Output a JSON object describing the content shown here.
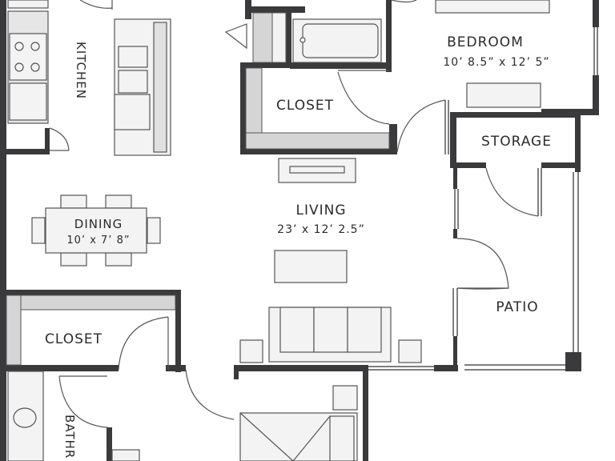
{
  "plan": {
    "rooms": {
      "kitchen": {
        "label": "KITCHEN"
      },
      "bedroom": {
        "label": "BEDROOM",
        "dims": "10’ 8.5” x 12’ 5”"
      },
      "closet_upper": {
        "label": "CLOSET"
      },
      "storage": {
        "label": "STORAGE"
      },
      "living": {
        "label": "LIVING",
        "dims": "23’ x 12’ 2.5”"
      },
      "dining": {
        "label": "DINING",
        "dims": "10’ x 7’ 8”"
      },
      "closet_lower": {
        "label": "CLOSET"
      },
      "patio": {
        "label": "PATIO"
      },
      "bath": {
        "label": "BATHR"
      }
    },
    "colors": {
      "wall": "#3a3a3c",
      "fixture_fill": "#f3f3f3",
      "fixture_stroke": "#555555",
      "shelf": "#d5d5d5",
      "label": "#2b2b2b"
    }
  }
}
